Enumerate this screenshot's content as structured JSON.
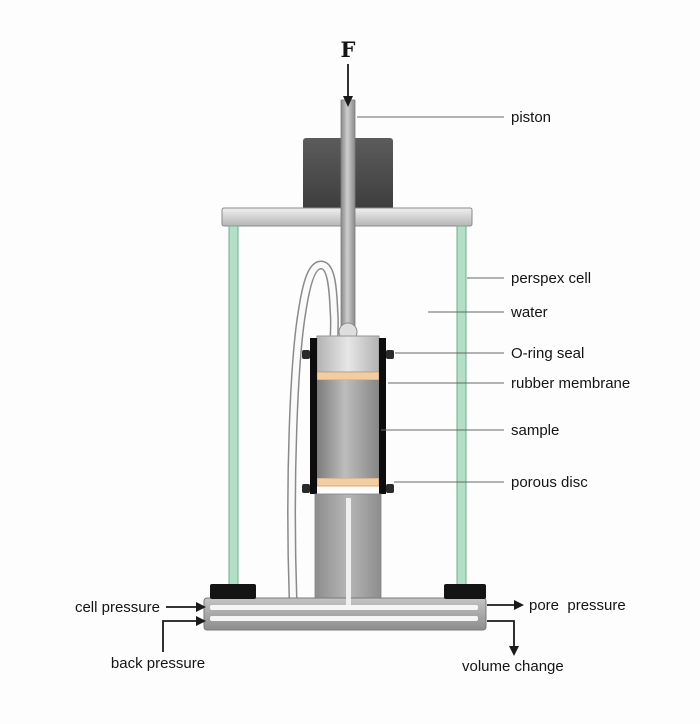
{
  "figure": {
    "type": "schematic-diagram",
    "subject": "Triaxial test cell apparatus"
  },
  "labels": {
    "force": "F",
    "piston": "piston",
    "perspex_cell": "perspex cell",
    "water": "water",
    "o_ring_seal": "O-ring seal",
    "rubber_membrane": "rubber membrane",
    "sample": "sample",
    "porous_disc": "porous disc",
    "cell_pressure": "cell pressure",
    "back_pressure": "back pressure",
    "pore_pressure": "pore  pressure",
    "volume_change": "volume change"
  },
  "colors": {
    "perspex": "#b2dfc6",
    "perspex_edge": "#6fae8d",
    "porous_disc": "#f2cda2",
    "porous_disc_edge": "#c99a67",
    "membrane": "#0d0d0d",
    "pad": "#141414",
    "o_ring": "#2a2a2a",
    "line": "#1a1a1a",
    "background": "#fdfdfd"
  }
}
